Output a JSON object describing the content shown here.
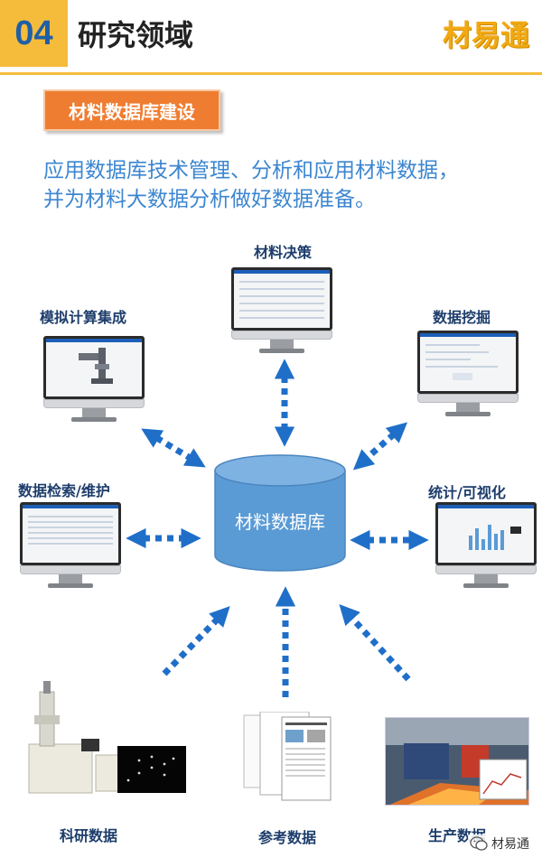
{
  "header": {
    "number": "04",
    "title": "研究领域",
    "brand": "材易通"
  },
  "section": {
    "badge": "材料数据库建设",
    "intro_line1": "应用数据库技术管理、分析和应用材料数据，",
    "intro_line2": "并为材料大数据分析做好数据准备。"
  },
  "center": {
    "label": "材料数据库"
  },
  "nodes": {
    "decision": "材料决策",
    "simulation": "模拟计算集成",
    "mining": "数据挖掘",
    "retrieval": "数据检索/维护",
    "statistics": "统计/可视化"
  },
  "sources": {
    "research": "科研数据",
    "reference": "参考数据",
    "production": "生产数据"
  },
  "watermark": {
    "text": "材易通",
    "icon": "wechat-icon"
  },
  "colors": {
    "accent_yellow": "#f5bc3b",
    "header_blue": "#1f5fa8",
    "badge_orange": "#ef7d31",
    "intro_blue": "#3c86d0",
    "database_blue": "#5b9bd5",
    "arrow_blue": "#1f6fc8",
    "label_navy": "#1d3d6b"
  }
}
